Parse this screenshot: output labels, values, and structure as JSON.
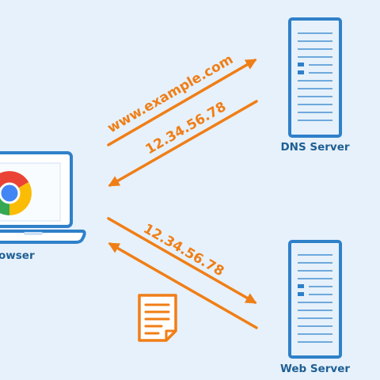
{
  "colors": {
    "background": "#e6f1fb",
    "arrow": "#f07e16",
    "server_outline": "#2f80c9",
    "server_fill": "#e6f1fb",
    "label": "#1f5f94"
  },
  "browser": {
    "label": "owser",
    "icon": "chrome-logo-icon"
  },
  "dns_server": {
    "label": "DNS Server"
  },
  "web_server": {
    "label": "Web Server"
  },
  "arrows": {
    "query_domain": "www.example.com",
    "dns_response_ip": "12.34.56.78",
    "request_ip": "12.34.56.78"
  },
  "document": {
    "icon": "document-icon"
  }
}
